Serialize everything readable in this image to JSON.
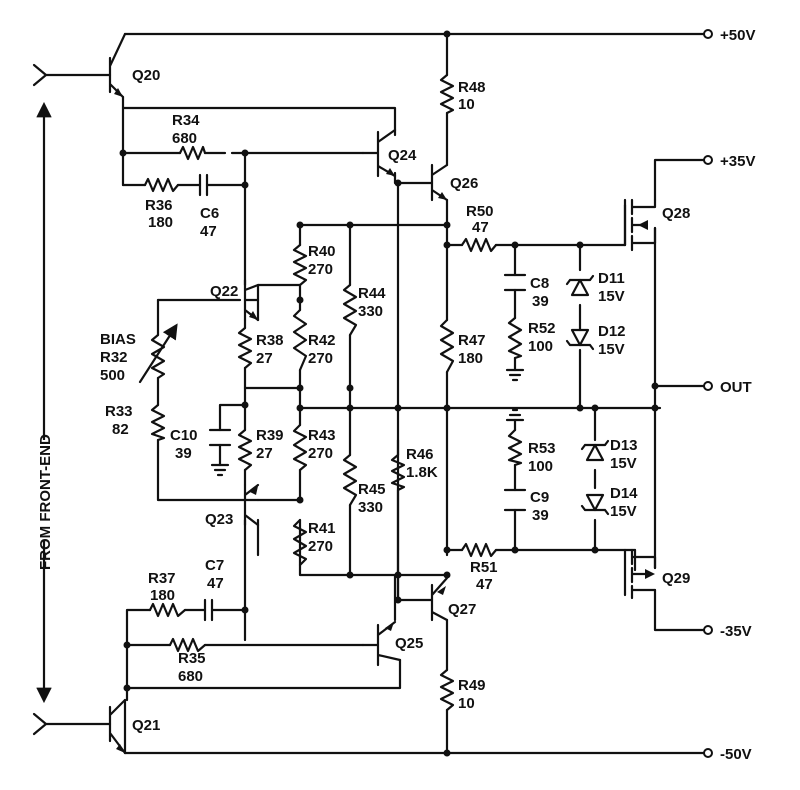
{
  "rails": {
    "pos50": "+50V",
    "pos35": "+35V",
    "out": "OUT",
    "neg35": "-35V",
    "neg50": "-50V"
  },
  "side_label": "FROM FRONT-END",
  "transistors": {
    "q20": "Q20",
    "q21": "Q21",
    "q22": "Q22",
    "q23": "Q23",
    "q24": "Q24",
    "q25": "Q25",
    "q26": "Q26",
    "q27": "Q27",
    "q28": "Q28",
    "q29": "Q29"
  },
  "bias": {
    "label": "BIAS",
    "ref": "R32",
    "value": "500"
  },
  "resistors": {
    "r33": {
      "ref": "R33",
      "value": "82"
    },
    "r34": {
      "ref": "R34",
      "value": "680"
    },
    "r35": {
      "ref": "R35",
      "value": "680"
    },
    "r36": {
      "ref": "R36",
      "value": "180"
    },
    "r37": {
      "ref": "R37",
      "value": "180"
    },
    "r38": {
      "ref": "R38",
      "value": "27"
    },
    "r39": {
      "ref": "R39",
      "value": "27"
    },
    "r40": {
      "ref": "R40",
      "value": "270"
    },
    "r41": {
      "ref": "R41",
      "value": "270"
    },
    "r42": {
      "ref": "R42",
      "value": "270"
    },
    "r43": {
      "ref": "R43",
      "value": "270"
    },
    "r44": {
      "ref": "R44",
      "value": "330"
    },
    "r45": {
      "ref": "R45",
      "value": "330"
    },
    "r46": {
      "ref": "R46",
      "value": "1.8K"
    },
    "r47": {
      "ref": "R47",
      "value": "180"
    },
    "r48": {
      "ref": "R48",
      "value": "10"
    },
    "r49": {
      "ref": "R49",
      "value": "10"
    },
    "r50": {
      "ref": "R50",
      "value": "47"
    },
    "r51": {
      "ref": "R51",
      "value": "47"
    },
    "r52": {
      "ref": "R52",
      "value": "100"
    },
    "r53": {
      "ref": "R53",
      "value": "100"
    }
  },
  "capacitors": {
    "c6": {
      "ref": "C6",
      "value": "47"
    },
    "c7": {
      "ref": "C7",
      "value": "47"
    },
    "c8": {
      "ref": "C8",
      "value": "39"
    },
    "c9": {
      "ref": "C9",
      "value": "39"
    },
    "c10": {
      "ref": "C10",
      "value": "39"
    }
  },
  "diodes": {
    "d11": {
      "ref": "D11",
      "value": "15V"
    },
    "d12": {
      "ref": "D12",
      "value": "15V"
    },
    "d13": {
      "ref": "D13",
      "value": "15V"
    },
    "d14": {
      "ref": "D14",
      "value": "15V"
    }
  }
}
